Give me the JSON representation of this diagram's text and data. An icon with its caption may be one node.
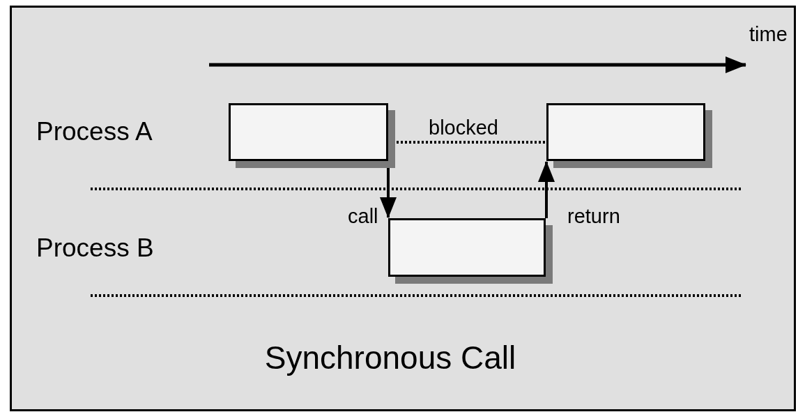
{
  "diagram": {
    "caption": "Synchronous Call",
    "nodes": [
      {
        "text": [],
        "shape": "box"
      },
      {
        "text": [],
        "shape": "box"
      },
      {
        "text": [],
        "shape": "box"
      }
    ],
    "edges": [
      {
        "from": 0,
        "to": 2,
        "arrow": "to",
        "label": "call"
      },
      {
        "from": 0,
        "to": 1,
        "arrow": "none",
        "style": "dashed",
        "label": "blocked"
      },
      {
        "from": 2,
        "to": 1,
        "arrow": "to",
        "label": "return"
      }
    ],
    "labels": [
      "time",
      "Process A",
      "Process B"
    ]
  }
}
